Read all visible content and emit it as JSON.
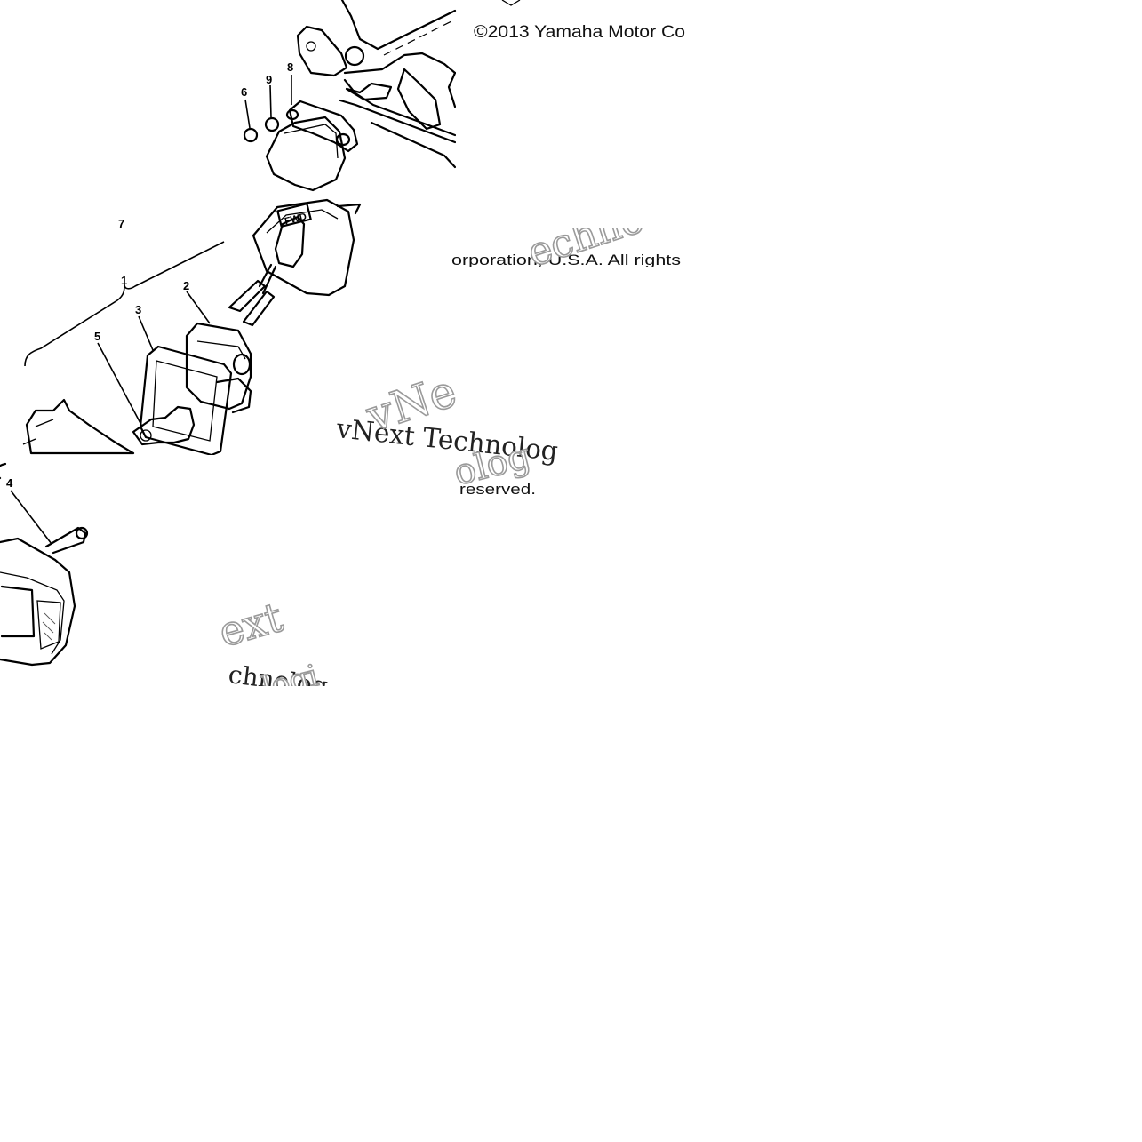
{
  "diagram": {
    "copyright_line1": "©2013 Yamaha Motor Co",
    "copyright_line2": "orporation, U.S.A. All rights",
    "copyright_line3": "reserved.",
    "watermark_texts": [
      "vNext Technolog",
      "vNe",
      "echno",
      "ext",
      "chnolog",
      "olog",
      "logi"
    ],
    "fwd_label": "FWD",
    "callouts": [
      {
        "id": "callout-1",
        "label": "1"
      },
      {
        "id": "callout-2",
        "label": "2"
      },
      {
        "id": "callout-3",
        "label": "3"
      },
      {
        "id": "callout-4",
        "label": "4"
      },
      {
        "id": "callout-5",
        "label": "5"
      },
      {
        "id": "callout-6",
        "label": "6"
      },
      {
        "id": "callout-7",
        "label": "7"
      },
      {
        "id": "callout-8",
        "label": "8"
      },
      {
        "id": "callout-9",
        "label": "9"
      }
    ]
  }
}
